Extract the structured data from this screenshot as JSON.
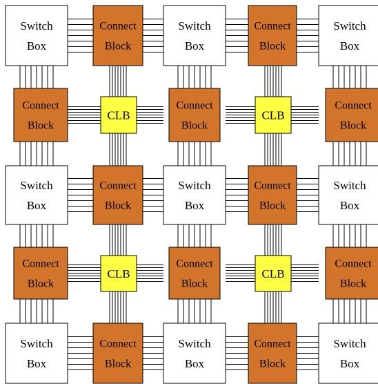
{
  "labels": {
    "switch_box": [
      "Switch",
      "Box"
    ],
    "connect_block": [
      "Connect",
      "Block"
    ],
    "clb": "CLB"
  },
  "colors": {
    "switch_box_fill": "#ffffff",
    "connect_block_fill": "#d2742a",
    "clb_fill": "#ffff44",
    "stroke": "#000000",
    "wire": "#000000"
  },
  "grid": {
    "rows": [
      "switch",
      "connect-clb",
      "switch",
      "connect-clb",
      "switch"
    ],
    "columns": [
      "switch",
      "connect-clb",
      "switch",
      "connect-clb",
      "switch"
    ],
    "wires_per_channel": 7
  }
}
